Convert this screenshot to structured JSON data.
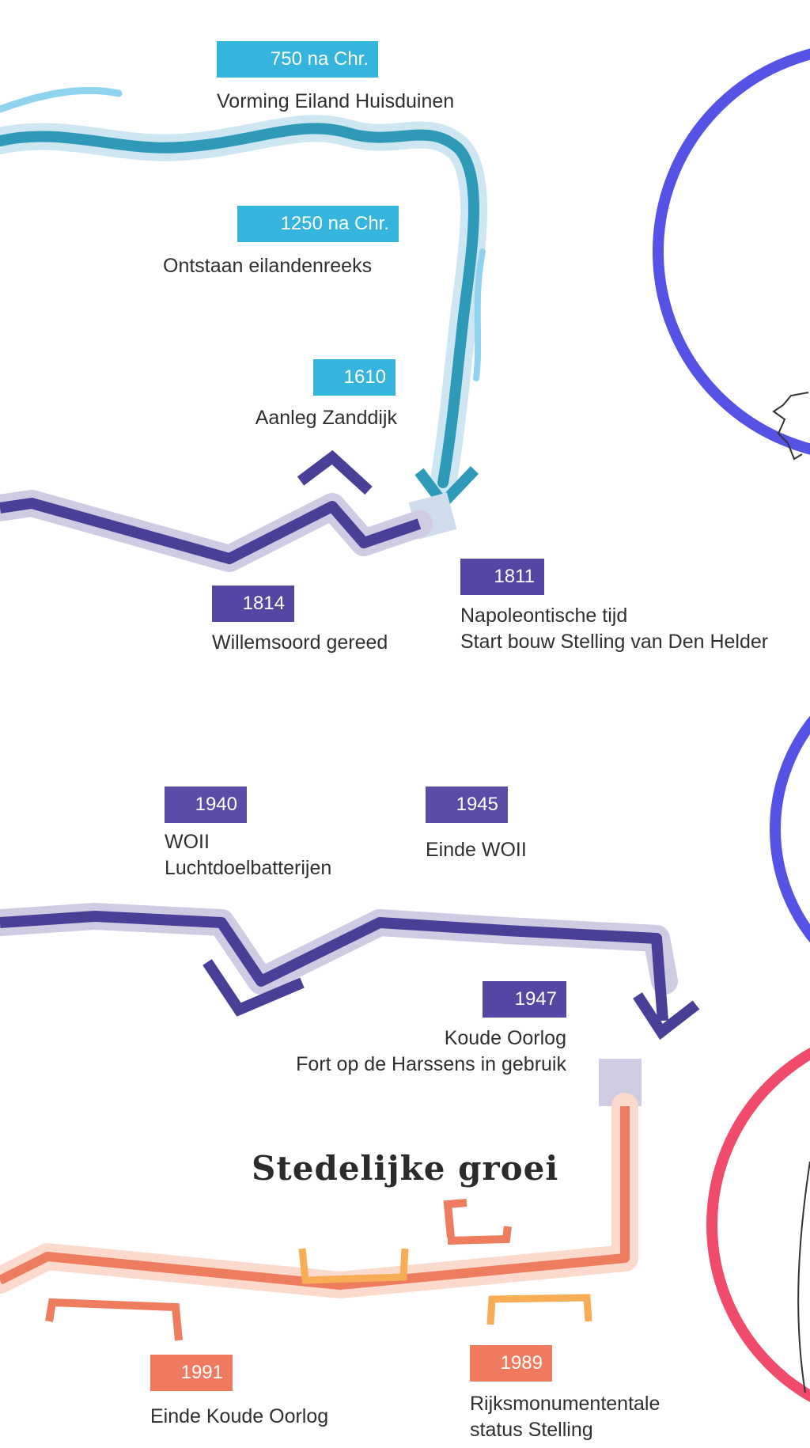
{
  "section": {
    "title": "Stedelijke groei"
  },
  "colors": {
    "era_water": "#2e9ab8",
    "era_water_halo": "#cde6f1",
    "era_water_badge": "#35b4de",
    "era_military": "#4a3f96",
    "era_military_halo": "#cfcbe3",
    "era_military_badge": "#5645a2",
    "era_urban": "#ee7c5f",
    "era_urban_halo": "#fbd9cc",
    "era_urban_badge": "#ef7a5f",
    "accent_orange": "#f6ad55",
    "circle_blue": "#5553e6",
    "circle_red": "#f04b6a"
  },
  "events": [
    {
      "year": "750 na Chr.",
      "lines": [
        "Vorming Eiland Huisduinen"
      ]
    },
    {
      "year": "1250 na Chr.",
      "lines": [
        "Ontstaan eilandenreeks"
      ]
    },
    {
      "year": "1610",
      "lines": [
        "Aanleg Zanddijk"
      ]
    },
    {
      "year": "1811",
      "lines": [
        "Napoleontische tijd",
        "Start bouw Stelling van Den Helder"
      ]
    },
    {
      "year": "1814",
      "lines": [
        "Willemsoord gereed"
      ]
    },
    {
      "year": "1940",
      "lines": [
        "WOII",
        "Luchtdoelbatterijen"
      ]
    },
    {
      "year": "1945",
      "lines": [
        "Einde WOII"
      ]
    },
    {
      "year": "1947",
      "lines": [
        "Koude Oorlog",
        "Fort op de Harssens in gebruik"
      ]
    },
    {
      "year": "1991",
      "lines": [
        "Einde Koude Oorlog"
      ]
    },
    {
      "year": "1989",
      "lines": [
        "Rijksmonumententale",
        "status Stelling"
      ]
    }
  ]
}
